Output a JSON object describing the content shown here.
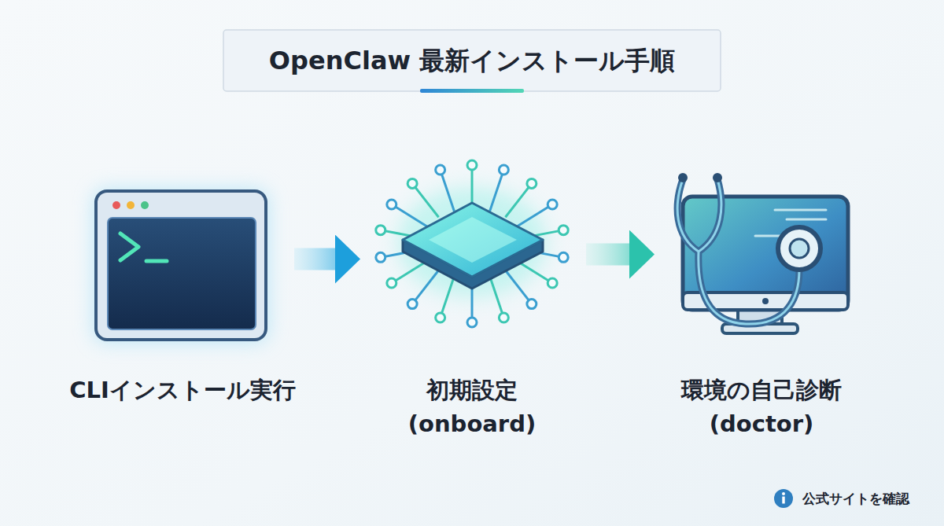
{
  "diagram": {
    "title": "OpenClaw 最新インストール手順",
    "nodes": [
      {
        "text": [
          "CLIインストール実行"
        ]
      },
      {
        "text": [
          "初期設定 (onboard)"
        ]
      },
      {
        "text": [
          "環境の自己診断 (doctor)"
        ]
      }
    ],
    "edges": [
      {
        "from": 0,
        "to": 1,
        "arrow": "to"
      },
      {
        "from": 1,
        "to": 2,
        "arrow": "to"
      }
    ],
    "labels": [
      "公式サイトを確認"
    ]
  }
}
